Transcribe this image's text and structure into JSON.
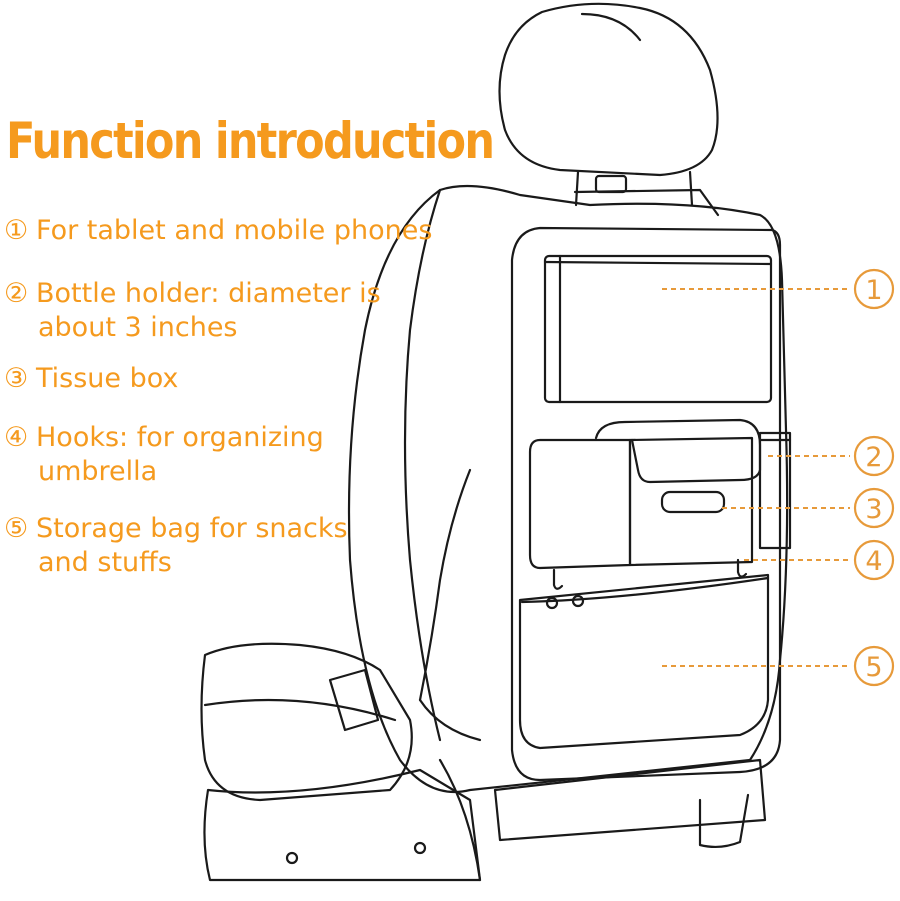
{
  "title": "Function introduction",
  "colors": {
    "accent": "#f59a1e",
    "line": "#1a1a1a",
    "callout": "#e79a3a"
  },
  "features": [
    {
      "marker": "①",
      "line1": "For tablet and mobile phones",
      "line2": ""
    },
    {
      "marker": "②",
      "line1": "Bottle holder: diameter is",
      "line2": "about 3 inches"
    },
    {
      "marker": "③",
      "line1": "Tissue box",
      "line2": ""
    },
    {
      "marker": "④",
      "line1": "Hooks: for organizing",
      "line2": "umbrella"
    },
    {
      "marker": "⑤",
      "line1": "Storage bag for snacks",
      "line2": "and stuffs"
    }
  ],
  "callouts": [
    {
      "label": "1"
    },
    {
      "label": "2"
    },
    {
      "label": "3"
    },
    {
      "label": "4"
    },
    {
      "label": "5"
    }
  ]
}
